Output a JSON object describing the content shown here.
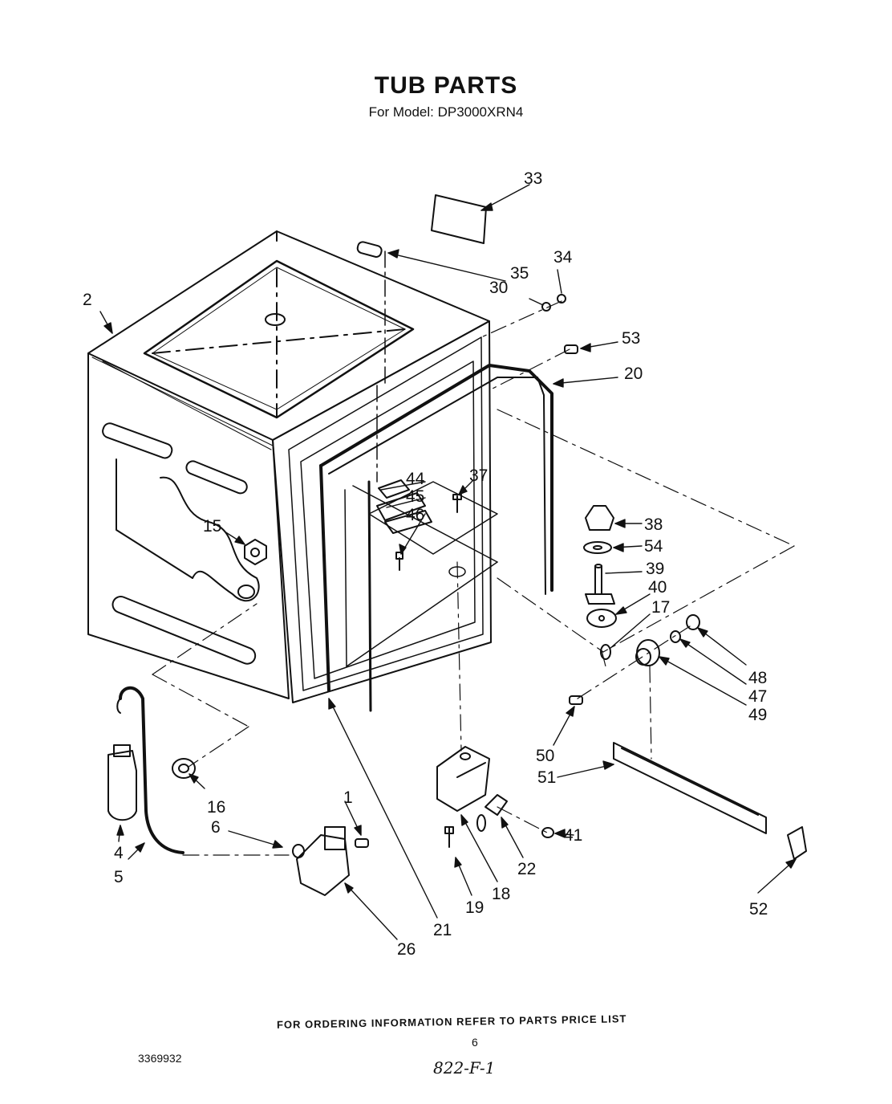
{
  "header": {
    "title": "TUB PARTS",
    "subtitle": "For Model: DP3000XRN4"
  },
  "callouts": {
    "c1": "1",
    "c2": "2",
    "c4": "4",
    "c5": "5",
    "c6": "6",
    "c15": "15",
    "c16": "16",
    "c17": "17",
    "c18": "18",
    "c19": "19",
    "c20": "20",
    "c21": "21",
    "c22": "22",
    "c26": "26",
    "c30": "30",
    "c33": "33",
    "c34": "34",
    "c35": "35",
    "c37": "37",
    "c38": "38",
    "c39": "39",
    "c40": "40",
    "c41": "41",
    "c44": "44",
    "c45": "45",
    "c46": "46",
    "c47": "47",
    "c48": "48",
    "c49": "49",
    "c50": "50",
    "c51": "51",
    "c52": "52",
    "c53": "53",
    "c54": "54"
  },
  "footer": {
    "ordering_note": "FOR ORDERING INFORMATION REFER TO PARTS PRICE LIST",
    "page_number": "6",
    "document_number": "3369932",
    "handwritten_code": "822-F-1"
  }
}
